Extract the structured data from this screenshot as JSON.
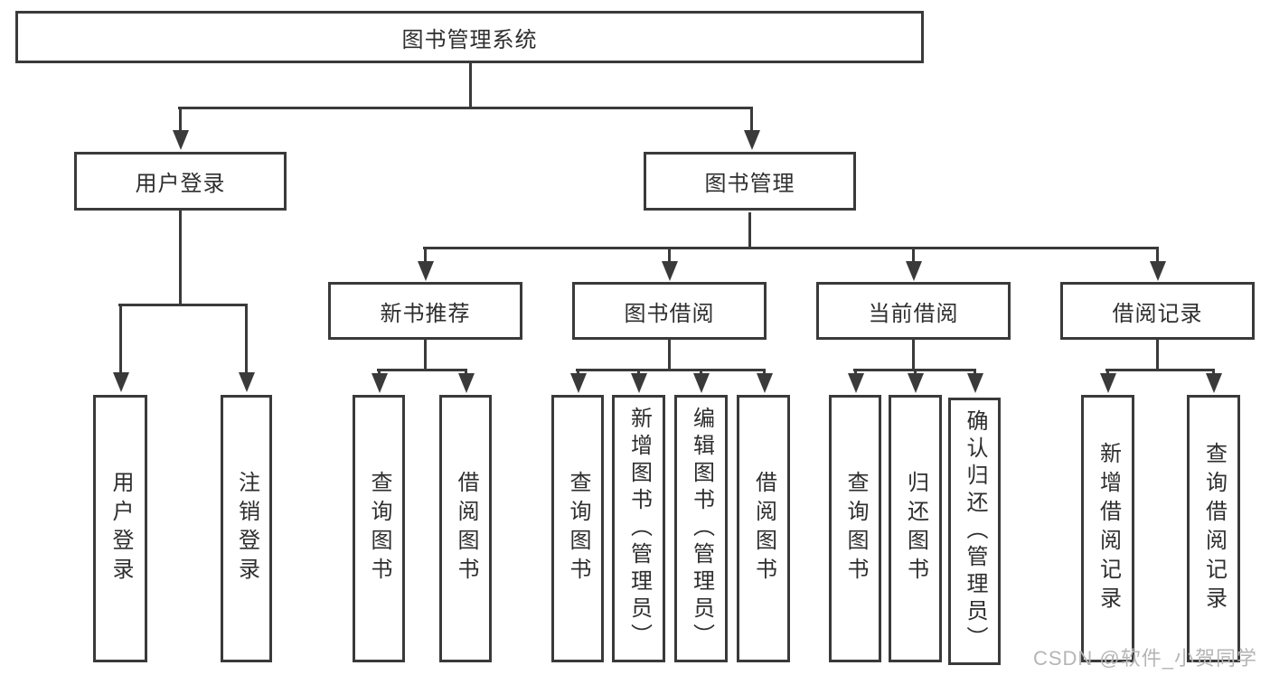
{
  "colors": {
    "line": "#3a3a3a",
    "text": "#2e2e2e",
    "watermark": "#b5b5b5",
    "background": "#ffffff"
  },
  "watermark": "CSDN @软件_小贺同学",
  "tree": {
    "label": "图书管理系统",
    "children": [
      {
        "label": "用户登录",
        "children": [
          {
            "label": "用户登录"
          },
          {
            "label": "注销登录"
          }
        ]
      },
      {
        "label": "图书管理",
        "children": [
          {
            "label": "新书推荐",
            "children": [
              {
                "label": "查询图书"
              },
              {
                "label": "借阅图书"
              }
            ]
          },
          {
            "label": "图书借阅",
            "children": [
              {
                "label": "查询图书"
              },
              {
                "label": "新增图书（管理员）"
              },
              {
                "label": "编辑图书（管理员）"
              },
              {
                "label": "借阅图书"
              }
            ]
          },
          {
            "label": "当前借阅",
            "children": [
              {
                "label": "查询图书"
              },
              {
                "label": "归还图书"
              },
              {
                "label": "确认归还（管理员）"
              }
            ]
          },
          {
            "label": "借阅记录",
            "children": [
              {
                "label": "新增借阅记录"
              },
              {
                "label": "查询借阅记录"
              }
            ]
          }
        ]
      }
    ]
  }
}
